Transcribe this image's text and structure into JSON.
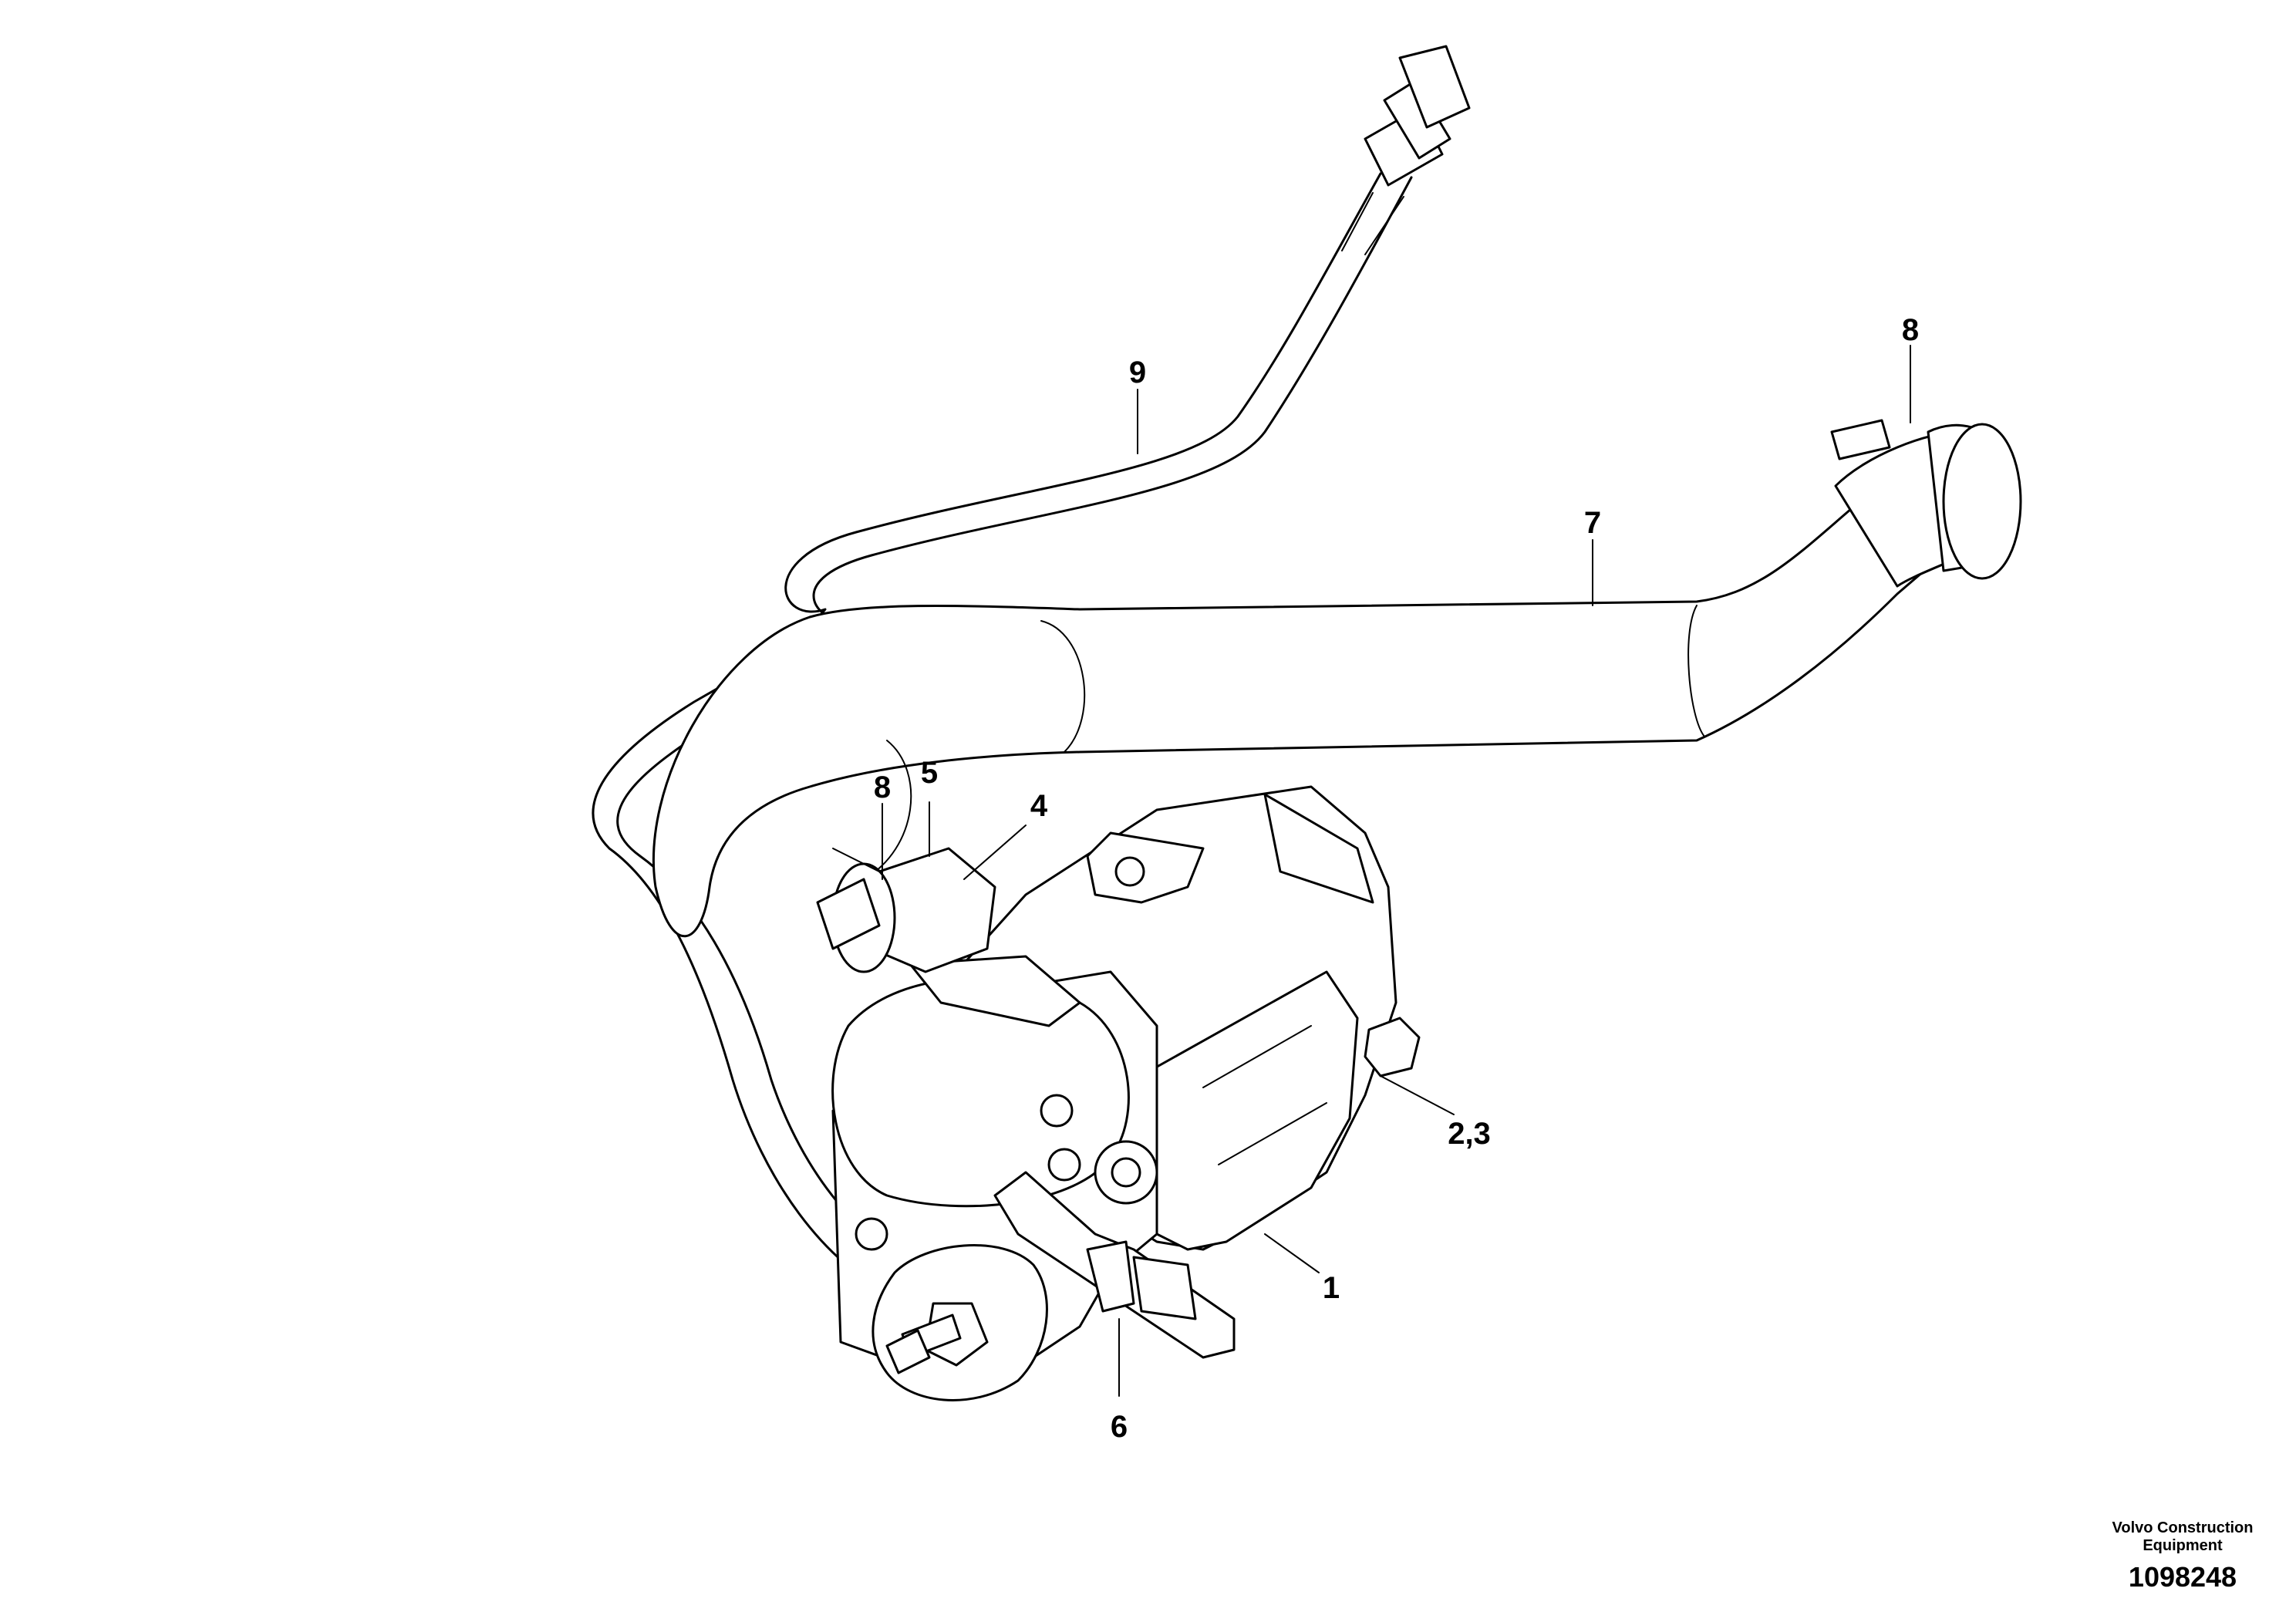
{
  "drawing": {
    "callouts": [
      {
        "id": "c1",
        "text": "1"
      },
      {
        "id": "c23",
        "text": "2,3"
      },
      {
        "id": "c4",
        "text": "4"
      },
      {
        "id": "c5",
        "text": "5"
      },
      {
        "id": "c6",
        "text": "6"
      },
      {
        "id": "c7",
        "text": "7"
      },
      {
        "id": "c8a",
        "text": "8"
      },
      {
        "id": "c8b",
        "text": "8"
      },
      {
        "id": "c9",
        "text": "9"
      }
    ],
    "credit": {
      "line1": "Volvo Construction",
      "line2": "Equipment",
      "number": "1098248"
    }
  }
}
